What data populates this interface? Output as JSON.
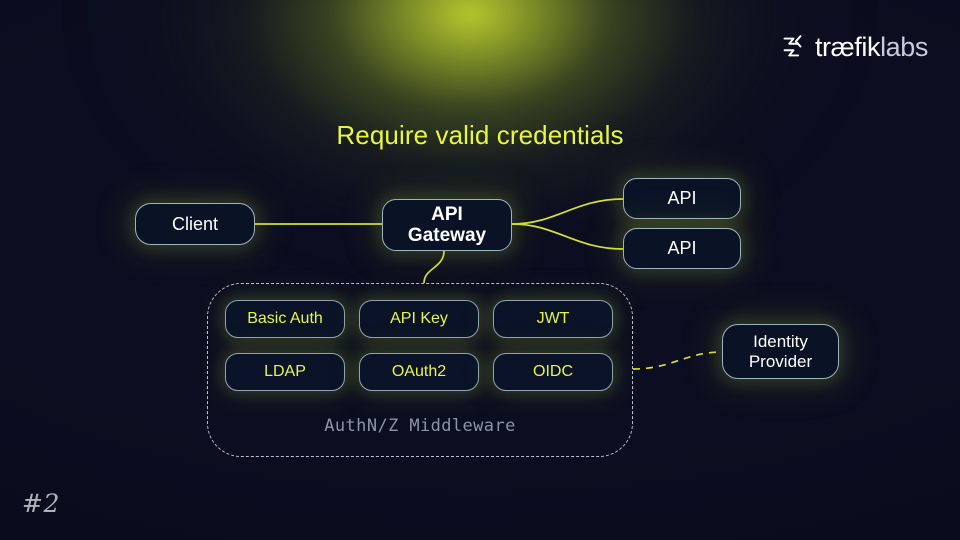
{
  "slide": {
    "background_color": "#0b0e20",
    "glow_color": "#c5d830",
    "accent_color": "#e9f641",
    "page_number": "#2"
  },
  "brand": {
    "logo_icon": "traefik-chevron-mark",
    "name_bold": "træfik",
    "name_light": "labs"
  },
  "title": "Require valid credentials",
  "nodes": {
    "client": "Client",
    "gateway": "API\nGateway",
    "gateway_line1": "API",
    "gateway_line2": "Gateway",
    "api_upper": "API",
    "api_lower": "API",
    "identity_provider_line1": "Identity",
    "identity_provider_line2": "Provider"
  },
  "middleware": {
    "caption": "AuthN/Z Middleware",
    "pills": [
      {
        "label": "Basic Auth"
      },
      {
        "label": "API Key"
      },
      {
        "label": "JWT"
      },
      {
        "label": "LDAP"
      },
      {
        "label": "OAuth2"
      },
      {
        "label": "OIDC"
      }
    ]
  },
  "connectors": [
    {
      "name": "client-to-gateway",
      "style": "solid"
    },
    {
      "name": "gateway-to-api-upper",
      "style": "solid"
    },
    {
      "name": "gateway-to-api-lower",
      "style": "solid"
    },
    {
      "name": "gateway-to-middleware",
      "style": "solid"
    },
    {
      "name": "middleware-to-identity-provider",
      "style": "dashed"
    }
  ]
}
